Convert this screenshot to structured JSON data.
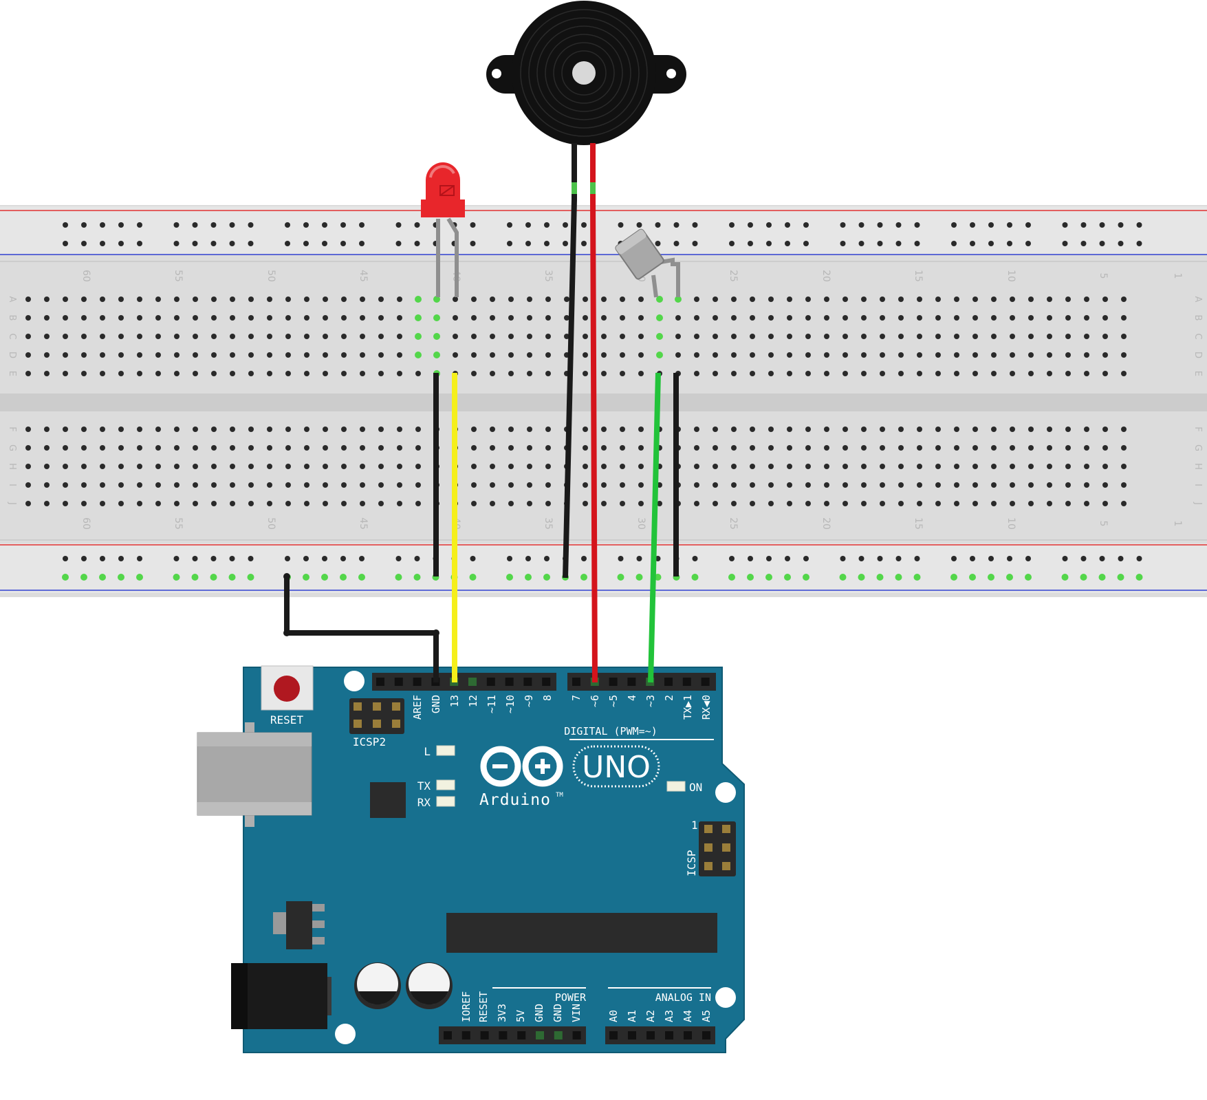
{
  "breadboard": {
    "column_numbers_top": [
      "60",
      "55",
      "50",
      "45",
      "40",
      "35",
      "30",
      "25",
      "20",
      "15",
      "10",
      "5",
      "1"
    ],
    "column_numbers_bottom": [
      "60",
      "55",
      "50",
      "45",
      "40",
      "35",
      "30",
      "25",
      "20",
      "15",
      "10",
      "5",
      "1"
    ],
    "row_letters_top": [
      "A",
      "B",
      "C",
      "D",
      "E"
    ],
    "row_letters_bottom": [
      "F",
      "G",
      "H",
      "I",
      "J"
    ]
  },
  "components": {
    "led": {
      "color": "#e8262b"
    },
    "buzzer": {
      "color": "#111111"
    },
    "sensor": {
      "color": "#9a9a9a"
    }
  },
  "wires": {
    "colors": {
      "black": "#1a1a1a",
      "yellow": "#f5ef1b",
      "red": "#d4141c",
      "green": "#22c33a"
    }
  },
  "arduino": {
    "board_color": "#17708f",
    "reset_label": "RESET",
    "icsp2_label": "ICSP2",
    "icsp_label": "ICSP",
    "icsp_pin1": "1",
    "brand": "Arduino",
    "trademark": "TM",
    "model": "UNO",
    "digital_label": "DIGITAL (PWM=~)",
    "power_label": "POWER",
    "analog_label": "ANALOG IN",
    "led_labels": {
      "l": "L",
      "tx": "TX",
      "rx": "RX",
      "on": "ON"
    },
    "digital_pins_left": [
      "AREF",
      "GND",
      "13",
      "12",
      "~11",
      "~10",
      "~9",
      "8"
    ],
    "digital_pins_right": [
      "7",
      "~6",
      "~5",
      "4",
      "~3",
      "2",
      "TX▶1",
      "RX◀0"
    ],
    "power_pins": [
      "IOREF",
      "RESET",
      "3V3",
      "5V",
      "GND",
      "GND",
      "VIN"
    ],
    "analog_pins": [
      "A0",
      "A1",
      "A2",
      "A3",
      "A4",
      "A5"
    ]
  }
}
